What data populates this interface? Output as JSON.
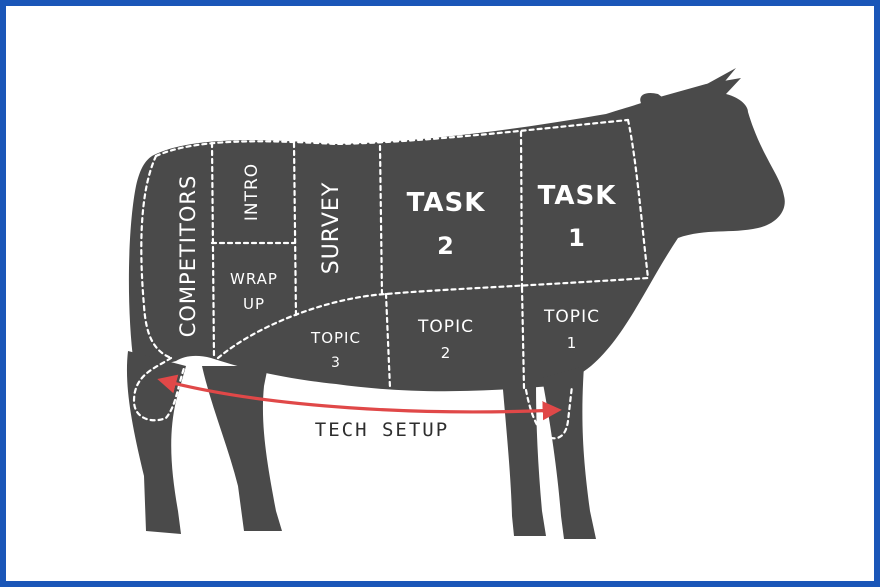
{
  "colors": {
    "frame": "#1a56b8",
    "cow": "#4a4a4a",
    "cut_lines": "#ffffff",
    "arrow": "#e04848",
    "label_ink": "#2e2e2e"
  },
  "sections": {
    "competitors": "COMPETITORS",
    "intro": "INTRO",
    "wrap_up_line1": "WRAP",
    "wrap_up_line2": "UP",
    "survey": "SURVEY",
    "task2_line1": "TASK",
    "task2_line2": "2",
    "task1_line1": "TASK",
    "task1_line2": "1",
    "topic3_line1": "TOPIC",
    "topic3_line2": "3",
    "topic2_line1": "TOPIC",
    "topic2_line2": "2",
    "topic1_line1": "TOPIC",
    "topic1_line2": "1"
  },
  "annotation": {
    "tech_setup": "TECH SETUP"
  }
}
